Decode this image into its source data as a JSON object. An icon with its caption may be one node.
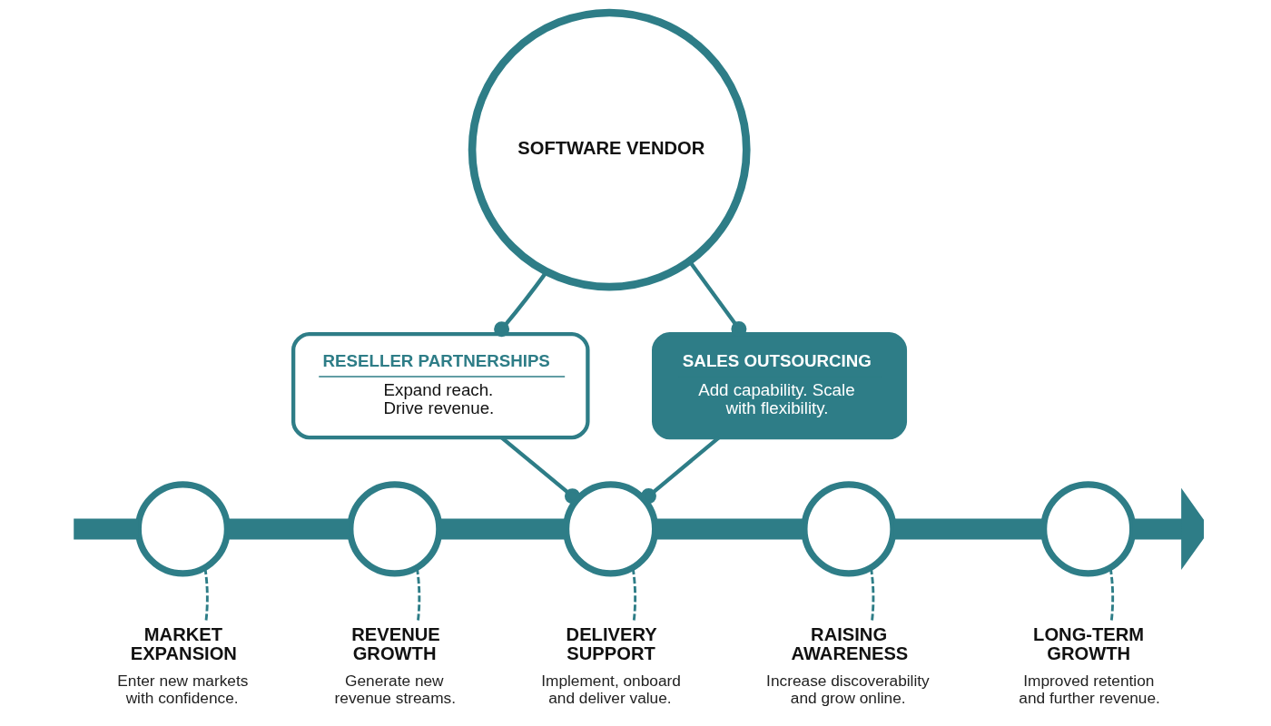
{
  "diagram": {
    "nodes": [
      {
        "text": [
          "SOFTWARE VENDOR"
        ]
      },
      {
        "text": [
          "RESELLER PARTNERSHIPS",
          "Expand reach. Drive revenue."
        ]
      },
      {
        "text": [
          "SALES OUTSOURCING",
          "Add capability. Scale with flexibility."
        ]
      },
      {
        "text": [],
        "shape": "circle"
      },
      {
        "text": [],
        "shape": "circle"
      },
      {
        "text": [],
        "shape": "circle"
      },
      {
        "text": [],
        "shape": "circle"
      },
      {
        "text": [],
        "shape": "circle"
      },
      {
        "text": [
          "MARKET EXPANSION",
          "Enter new markets with confidence."
        ]
      },
      {
        "text": [
          "REVENUE GROWTH",
          "Generate new revenue streams."
        ]
      },
      {
        "text": [
          "DELIVERY SUPPORT",
          "Implement, onboard and deliver value."
        ]
      },
      {
        "text": [
          "RAISING AWARENESS",
          "Increase discoverability and grow online."
        ]
      },
      {
        "text": [
          "LONG-TERM GROWTH",
          "Improved retention and further revenue."
        ]
      }
    ],
    "edges": [
      {
        "from": 0,
        "to": 1,
        "arrow": "other"
      },
      {
        "from": 0,
        "to": 2,
        "arrow": "other"
      },
      {
        "from": 1,
        "to": 5,
        "arrow": "other"
      },
      {
        "from": 2,
        "to": 5,
        "arrow": "other"
      },
      {
        "from": null,
        "to": 3,
        "arrow": "none",
        "style": "thick"
      },
      {
        "from": 3,
        "to": 4,
        "arrow": "none",
        "style": "thick"
      },
      {
        "from": 4,
        "to": 5,
        "arrow": "none",
        "style": "thick"
      },
      {
        "from": 5,
        "to": 6,
        "arrow": "none",
        "style": "thick"
      },
      {
        "from": 6,
        "to": 7,
        "arrow": "none",
        "style": "thick"
      },
      {
        "from": 7,
        "to": null,
        "arrow": "to",
        "style": "thick"
      },
      {
        "from": 8,
        "to": 3,
        "arrow": "none",
        "style": "dashed"
      },
      {
        "from": 9,
        "to": 4,
        "arrow": "none",
        "style": "dashed"
      },
      {
        "from": 10,
        "to": 5,
        "arrow": "none",
        "style": "dashed"
      },
      {
        "from": 11,
        "to": 6,
        "arrow": "none",
        "style": "dashed"
      },
      {
        "from": 12,
        "to": 7,
        "arrow": "none",
        "style": "dashed"
      }
    ]
  }
}
